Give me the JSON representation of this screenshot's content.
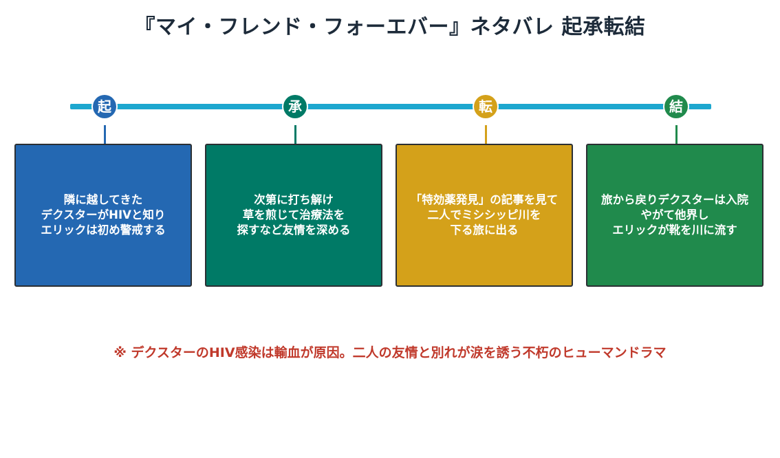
{
  "title": "『マイ・フレンド・フォーエバー』ネタバレ 起承転結",
  "colors": {
    "timeline": "#1da7cf",
    "ki": "#2468b2",
    "sho": "#007a66",
    "ten": "#d4a11a",
    "ketsu": "#208a4c",
    "note": "#c0392b"
  },
  "stages": [
    {
      "label": "起",
      "text": "隣に越してきた\nデクスターがHIVと知り\nエリックは初め警戒する"
    },
    {
      "label": "承",
      "text": "次第に打ち解け\n草を煎じて治療法を\n探すなど友情を深める"
    },
    {
      "label": "転",
      "text": "「特効薬発見」の記事を見て\n二人でミシシッピ川を\n下る旅に出る"
    },
    {
      "label": "結",
      "text": "旅から戻りデクスターは入院\nやがて他界し\nエリックが靴を川に流す"
    }
  ],
  "note": "※ デクスターのHIV感染は輸血が原因。二人の友情と別れが涙を誘う不朽のヒューマンドラマ"
}
